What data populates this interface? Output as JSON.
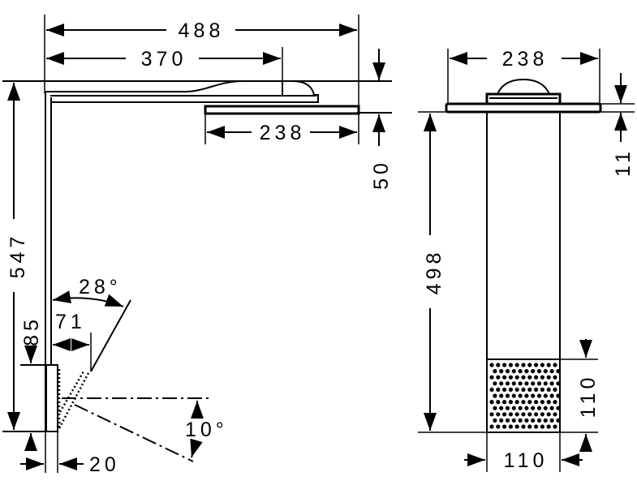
{
  "drawing": {
    "side_view": {
      "overall_length": "488",
      "spout_reach": "370",
      "head_width": "238",
      "head_drop": "50",
      "total_height": "547",
      "swivel_angle": "28°",
      "swivel_offset": "71",
      "base_height": "85",
      "spray_angle": "10°",
      "base_depth": "20"
    },
    "front_view": {
      "head_width": "238",
      "plate_thickness": "11",
      "column_height": "498",
      "grid_height": "110",
      "column_width": "110"
    }
  }
}
